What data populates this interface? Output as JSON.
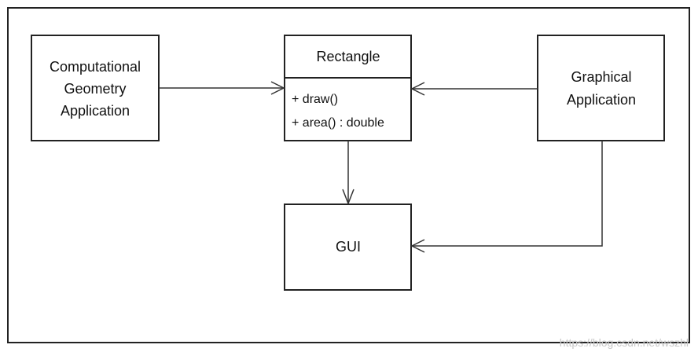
{
  "nodes": {
    "computational": {
      "lines": [
        "Computational",
        "Geometry",
        "Application"
      ]
    },
    "rectangle": {
      "title": "Rectangle",
      "members": [
        "+ draw()",
        "+ area() : double"
      ]
    },
    "graphical": {
      "lines": [
        "Graphical",
        "Application"
      ]
    },
    "gui": {
      "label": "GUI"
    }
  },
  "watermark": "https://blog.csdn.net/wszhl"
}
